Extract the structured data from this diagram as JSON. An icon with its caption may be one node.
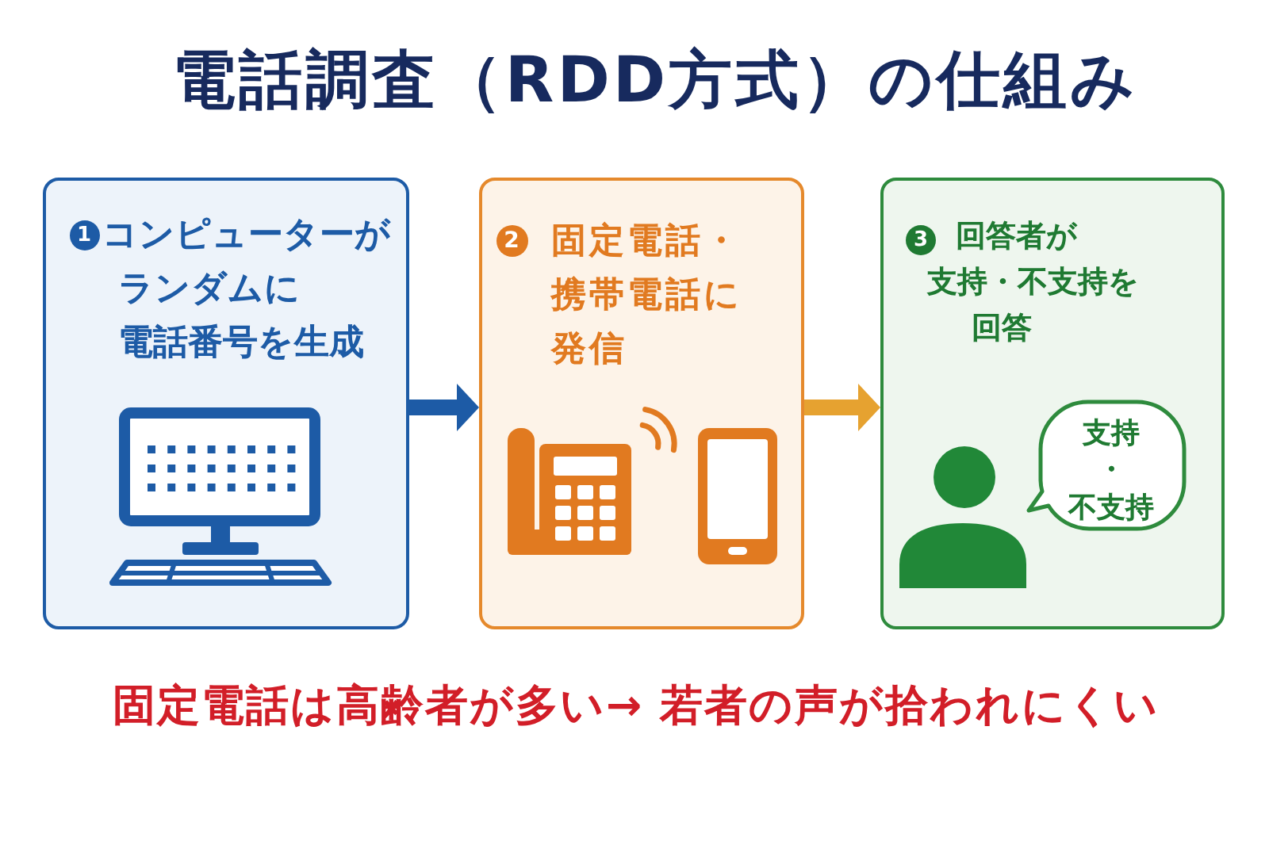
{
  "diagram": {
    "title": "電話調査（RDD方式）の仕組み",
    "nodes": [
      {
        "text": [
          "1",
          "コンピューターがランダムに電話番号を生成"
        ]
      },
      {
        "text": [
          "2",
          "固定電話・携帯電話に発信"
        ]
      },
      {
        "text": [
          "3",
          "回答者が支持・不支持を回答"
        ]
      },
      {
        "text": [
          "支持・不支持"
        ],
        "in": 2
      }
    ],
    "edges": [
      {
        "from": 0,
        "to": 1,
        "arrow": "to",
        "color": "#1d5ba6"
      },
      {
        "from": 1,
        "to": 2,
        "arrow": "to",
        "color": "#e6a230"
      }
    ],
    "labels": [
      "固定電話は高齢者が多い→ 若者の声が拾われにくい"
    ]
  }
}
